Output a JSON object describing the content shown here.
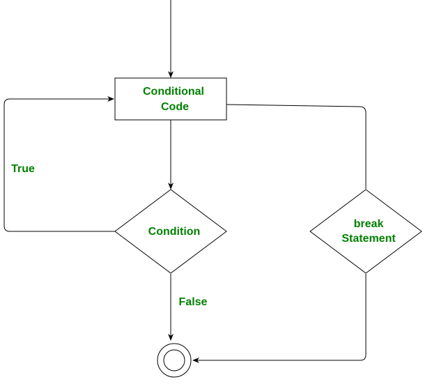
{
  "colors": {
    "text": "#008000",
    "stroke": "#000000",
    "fill": "#ffffff"
  },
  "nodes": {
    "process": {
      "line1": "Conditional",
      "line2": "Code"
    },
    "condition": {
      "label": "Condition"
    },
    "break": {
      "line1": "break",
      "line2": "Statement"
    }
  },
  "edges": {
    "true_label": "True",
    "false_label": "False"
  }
}
